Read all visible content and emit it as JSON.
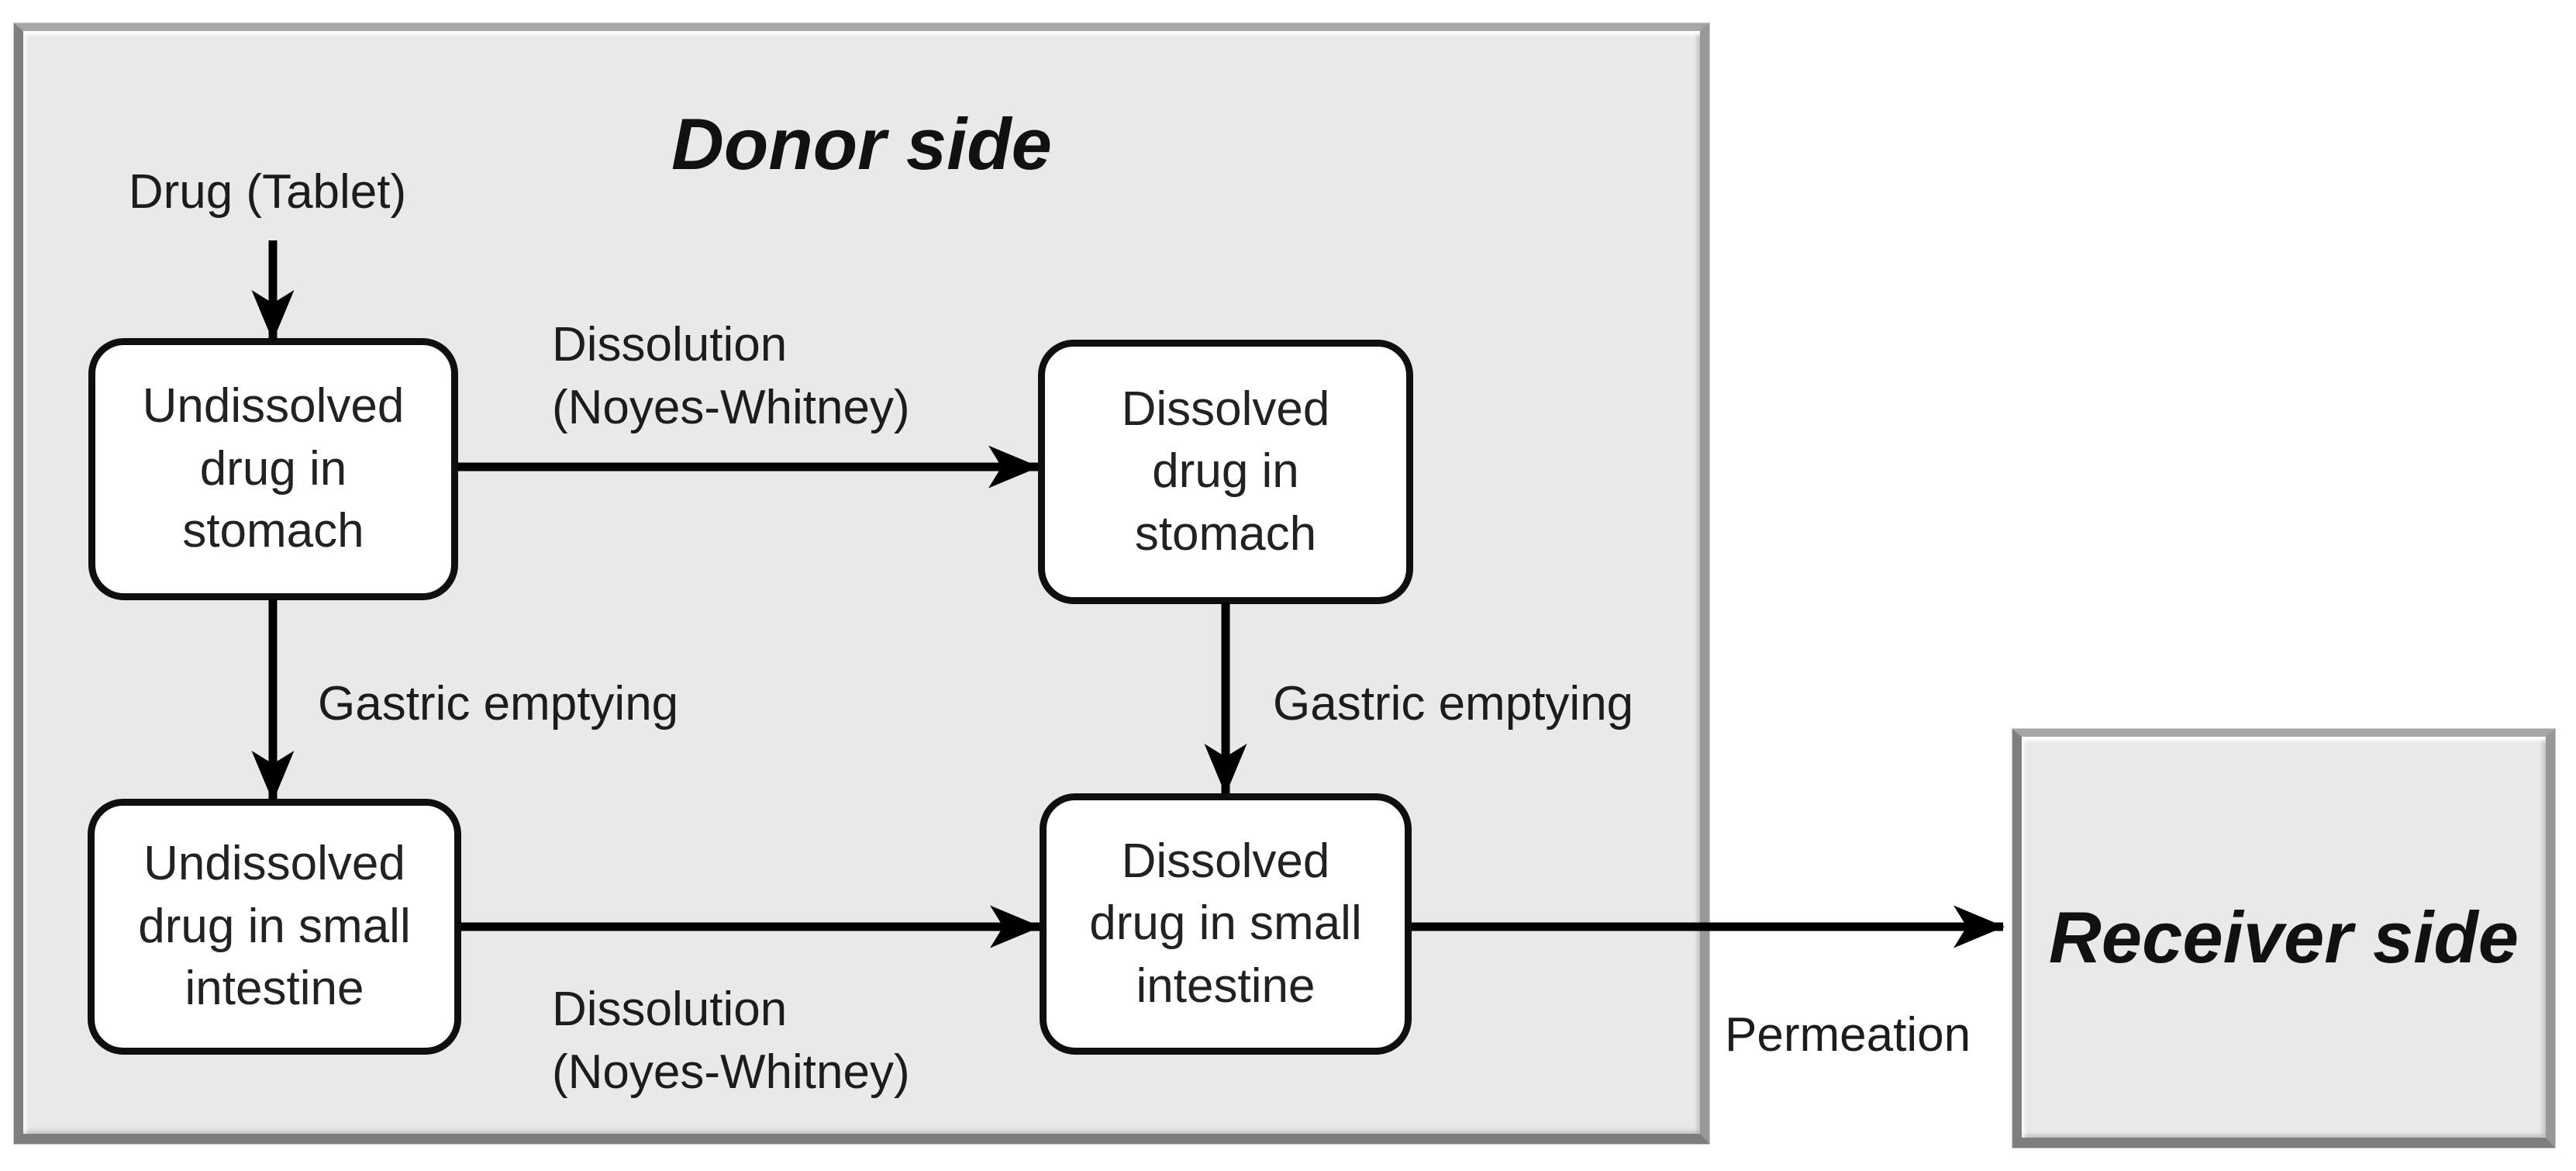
{
  "diagram": {
    "donor": {
      "title": "Donor side"
    },
    "receiver": {
      "title": "Receiver side"
    },
    "source_label": "Drug (Tablet)",
    "nodes": {
      "undissolved_stomach": "Undissolved\ndrug in\nstomach",
      "dissolved_stomach": "Dissolved\ndrug in\nstomach",
      "undissolved_intestine": "Undissolved\ndrug in small\nintestine",
      "dissolved_intestine": "Dissolved\ndrug in small\nintestine"
    },
    "edge_labels": {
      "dissolution_top": "Dissolution\n(Noyes-Whitney)",
      "gastric_left": "Gastric emptying",
      "gastric_right": "Gastric emptying",
      "dissolution_bottom": "Dissolution\n(Noyes-Whitney)",
      "permeation": "Permeation"
    },
    "colors": {
      "panel_fill": "#e9e9e9",
      "node_fill": "#ffffff",
      "line": "#000000",
      "text": "#1c1c1c"
    }
  }
}
